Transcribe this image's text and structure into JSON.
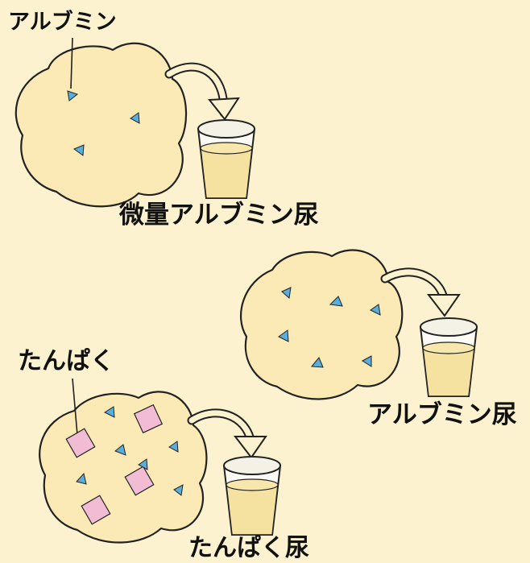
{
  "labels": {
    "albumin": "アルブミン",
    "microalbuminuria": "微量アルブミン尿",
    "albuminuria": "アルブミン尿",
    "protein": "たんぱく",
    "proteinuria": "たんぱく尿"
  },
  "stages": [
    {
      "caption": "微量アルブミン尿",
      "albumin_count": 3,
      "protein_count": 0
    },
    {
      "caption": "アルブミン尿",
      "albumin_count": 6,
      "protein_count": 0
    },
    {
      "caption": "たんぱく尿",
      "albumin_count": 6,
      "protein_count": 4
    }
  ],
  "colors": {
    "background": "#fdf2cf",
    "blob_fill": "#fbeab5",
    "outline": "#222222",
    "albumin": "#5aaedc",
    "protein": "#f2bcd5",
    "urine": "#f6e2a0",
    "cup_top": "#f4f1e6"
  }
}
